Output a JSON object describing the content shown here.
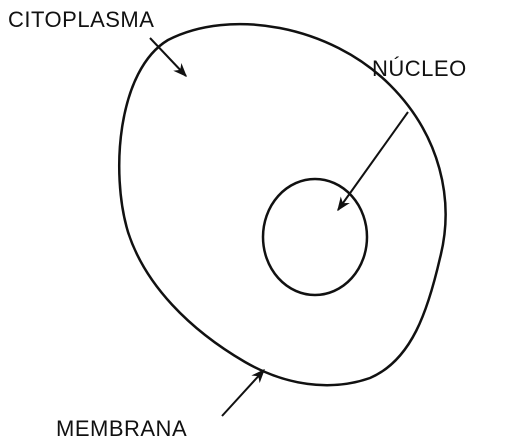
{
  "labels": {
    "citoplasma": "CITOPLASMA",
    "nucleo": "NÚCLEO",
    "membrana": "MEMBRANA"
  },
  "colors": {
    "ink": "#111111",
    "background": "#ffffff"
  }
}
